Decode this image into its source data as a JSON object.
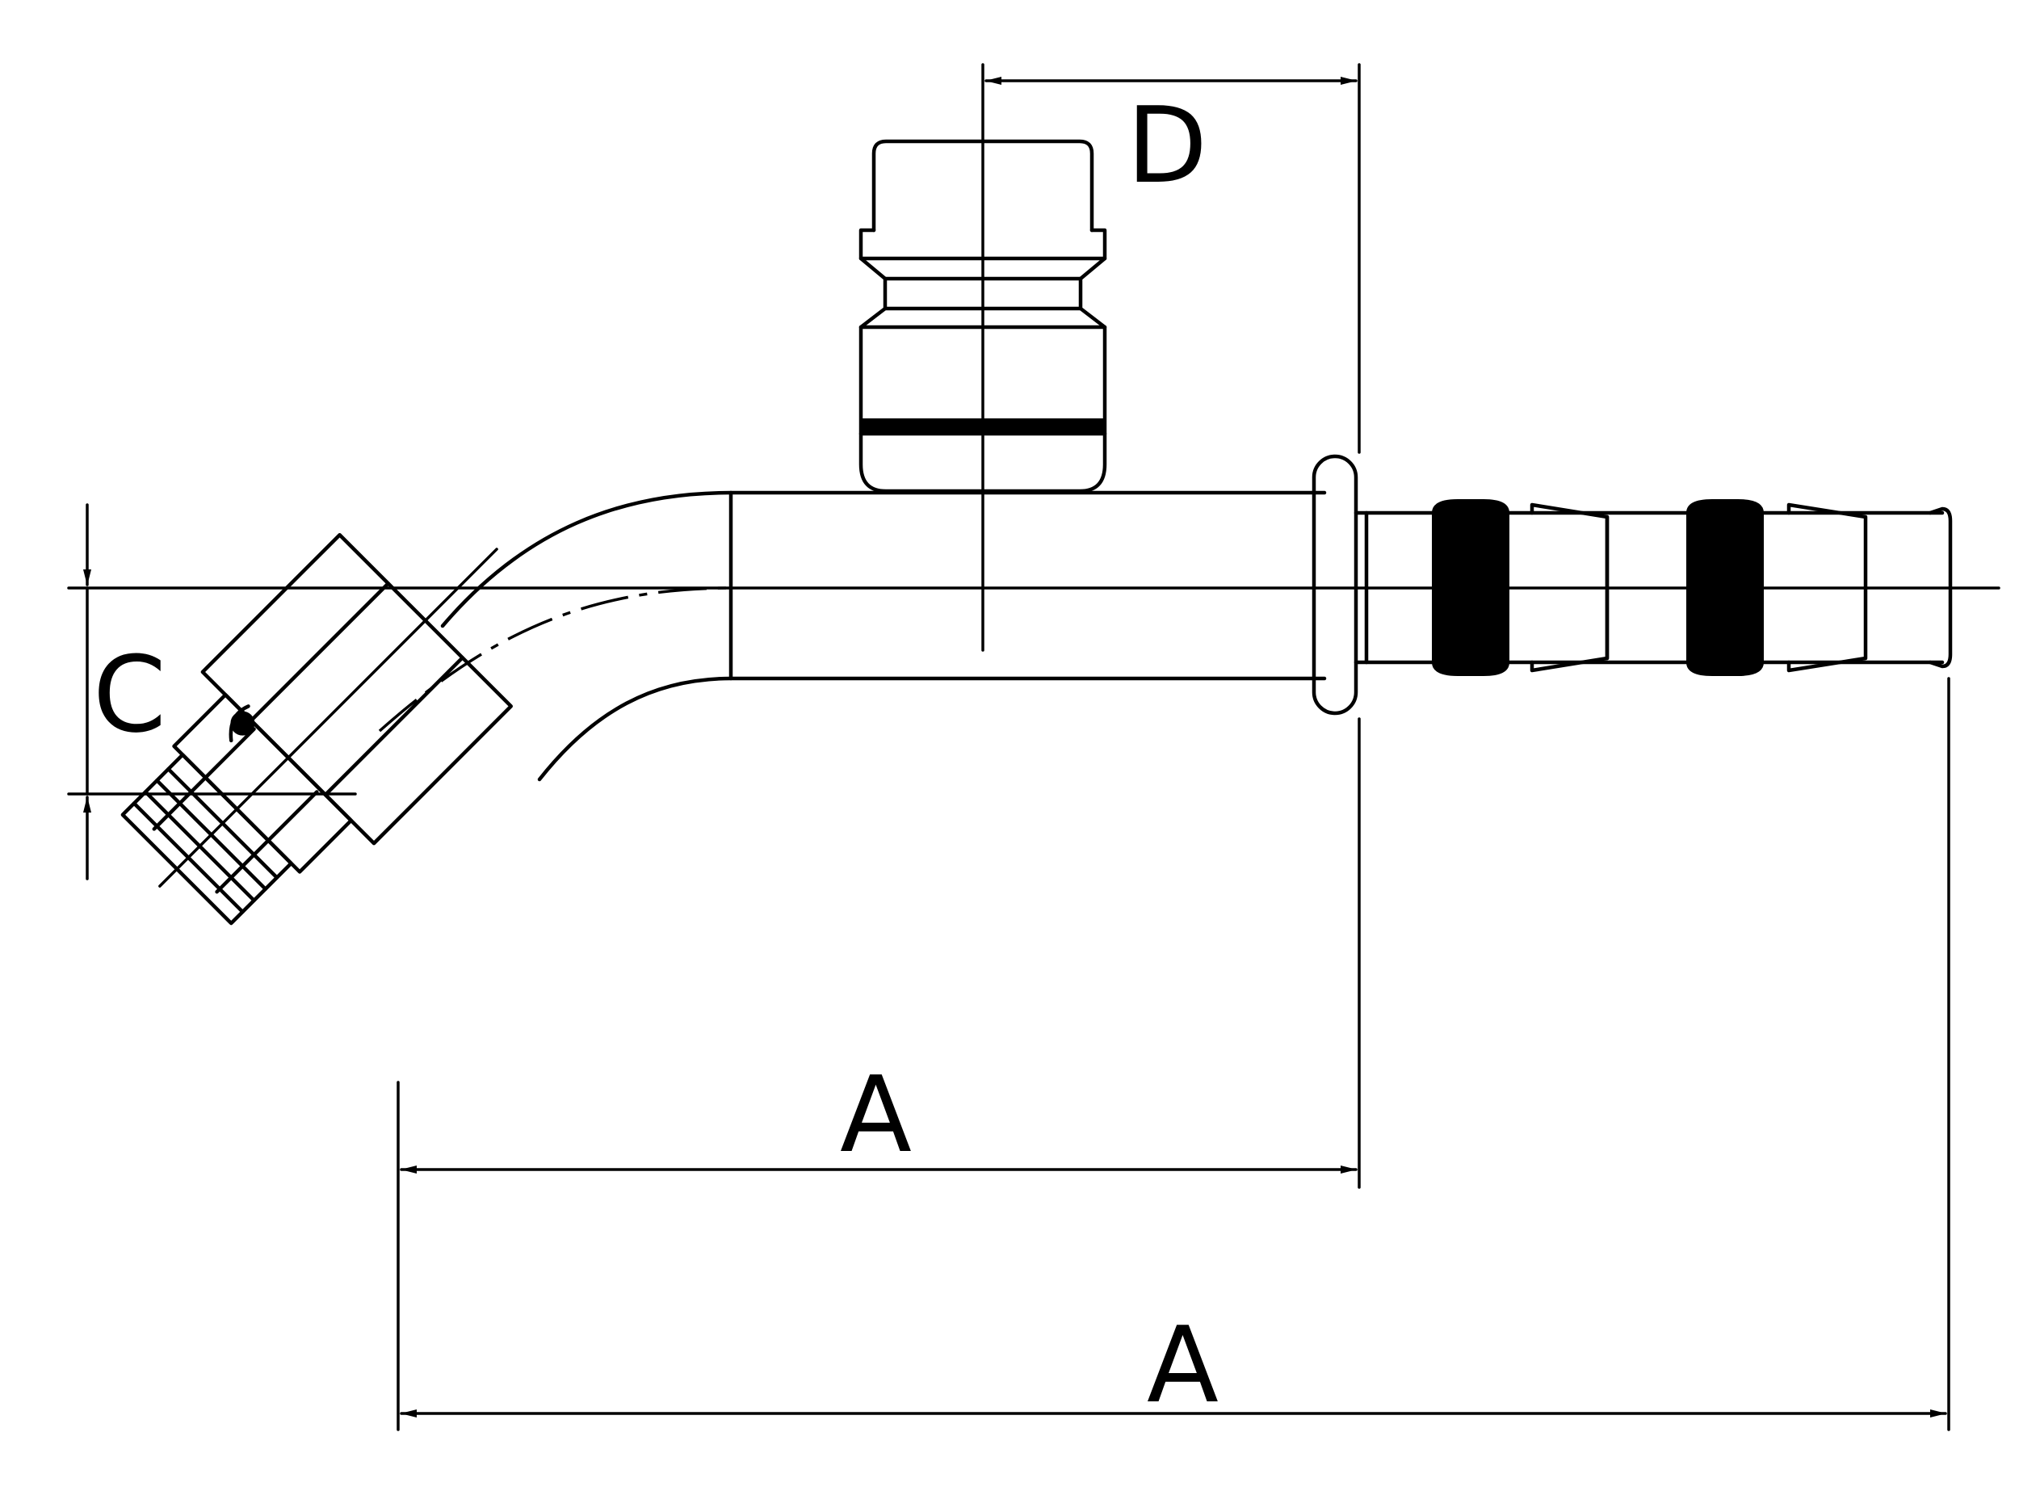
{
  "diagram": {
    "labels": {
      "dim_d": "D",
      "dim_c": "C",
      "dim_a_short": "A",
      "dim_a_long": "A"
    },
    "colors": {
      "line": "#000000",
      "background": "#ffffff"
    }
  }
}
